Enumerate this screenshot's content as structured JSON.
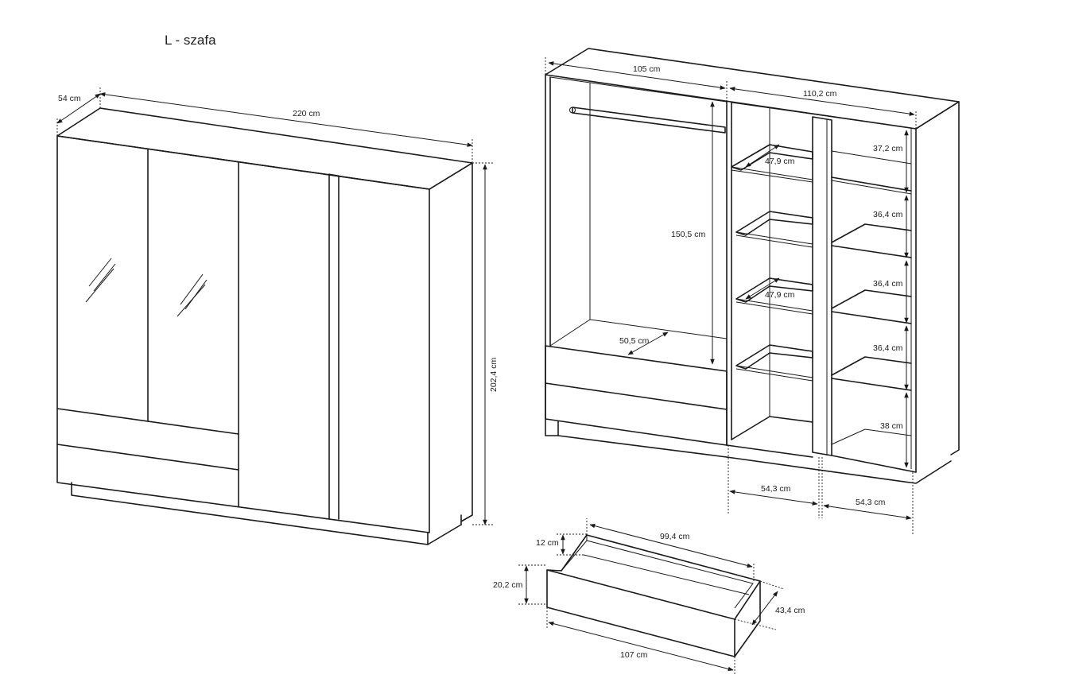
{
  "title": "L - szafa",
  "dimensions": {
    "wardrobe_depth": "54 cm",
    "wardrobe_width": "220 cm",
    "wardrobe_height": "202,4 cm",
    "left_section_width": "105 cm",
    "right_section_width": "110,2 cm",
    "hanging_height": "150,5 cm",
    "compartment_depth": "50,5 cm",
    "shelf_depth_upper": "47,9 cm",
    "shelf_depth_lower": "47,9 cm",
    "shelf_gap_1": "37,2 cm",
    "shelf_gap_2": "36,4 cm",
    "shelf_gap_3": "36,4 cm",
    "shelf_gap_4": "36,4 cm",
    "shelf_gap_5": "38 cm",
    "inner_width_left": "54,3 cm",
    "inner_width_right": "54,3 cm",
    "drawer_inner_width": "99,4 cm",
    "drawer_inner_height": "12 cm",
    "drawer_front_height": "20,2 cm",
    "drawer_depth": "43,4 cm",
    "drawer_front_width": "107 cm"
  }
}
